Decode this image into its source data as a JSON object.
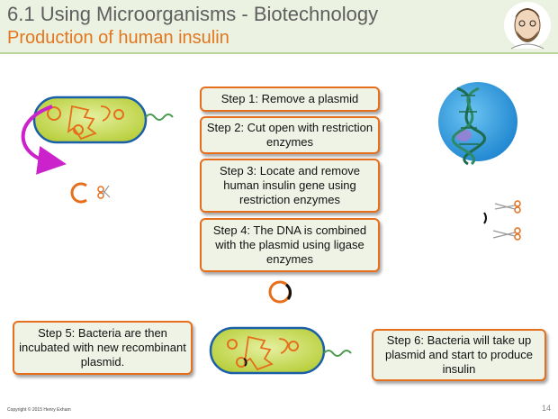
{
  "header": {
    "title": "6.1 Using Microorganisms - Biotechnology",
    "subtitle": "Production of human insulin"
  },
  "steps": [
    {
      "label": "Step 1: Remove a plasmid"
    },
    {
      "label": "Step 2: Cut open with restriction enzymes"
    },
    {
      "label": "Step 3: Locate and remove human insulin gene using restriction enzymes"
    },
    {
      "label": "Step 4: The DNA is combined with the plasmid using ligase enzymes"
    },
    {
      "label": "Step 5: Bacteria are then incubated with new recombinant plasmid."
    },
    {
      "label": "Step 6: Bacteria will take up plasmid and start to produce insulin"
    }
  ],
  "footer": {
    "copyright": "Copyright © 2015 Henry Exham",
    "page_number": "14"
  },
  "icons": [
    "bacterium-icon",
    "plasmid-icon",
    "arrow-icon",
    "scissors-icon",
    "dna-helix-icon",
    "avatar-icon"
  ],
  "colors": {
    "accent": "#e56f1c",
    "header_bg": "#ecf2e1",
    "bacterium_fill": "#ccdd55",
    "dna_cell": "#3aa0e0",
    "arrow": "#cc22cc"
  }
}
